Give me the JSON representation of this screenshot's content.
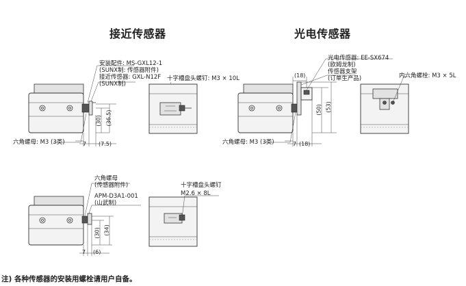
{
  "headings": {
    "proximity": "接近传感器",
    "photoelectric": "光电传感器"
  },
  "proximity_top": {
    "labels": [
      "安装配件: MS-GXL12-1",
      "(SUNX制: 传感器附件)",
      "接近传感器: GXL-N12F",
      "(SUNX制)"
    ],
    "screw": "十字槽盘头螺钉: M3 × 10L",
    "nut": "六角螺母: M3 (3类)",
    "dim_30": "(30)",
    "dim_365": "(36.5)",
    "dim_7": "7",
    "dim_75": "(7.5)"
  },
  "photo": {
    "labels": [
      "光电传感器: EE-SX674",
      "(欧姆龙制)",
      "传感器支架",
      "(订单生产品)"
    ],
    "bolt": "内六角螺栓: M3 × 5L",
    "nut": "六角螺母: M3 (3类)",
    "dim_18_top": "(18)",
    "dim_50": "(50)",
    "dim_53": "(53)",
    "dim_7": "7",
    "dim_18_bottom": "(18)"
  },
  "proximity_bottom": {
    "labels": [
      "六角螺母",
      "(传感器附件)",
      "APM-D3A1-001",
      "(山武制)"
    ],
    "screw_title": "十字槽盘头螺钉",
    "screw_spec": "M2.6 × 8L",
    "dim_30": "(30)",
    "dim_34": "(34)",
    "dim_7": "7",
    "dim_6": "(6)"
  },
  "note": "注) 各种传感器的安装用螺栓请用户自备。"
}
